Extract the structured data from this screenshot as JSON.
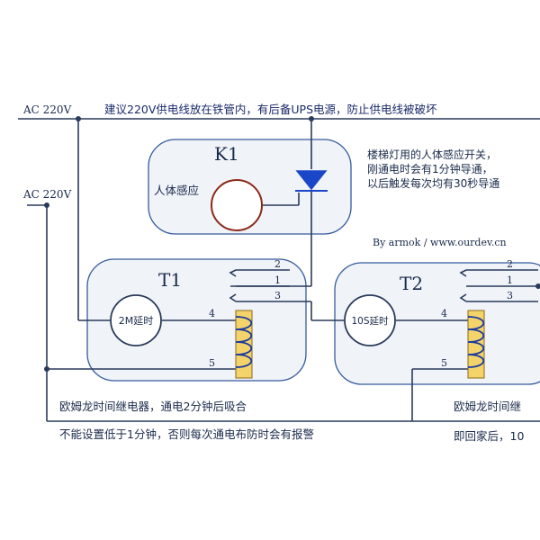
{
  "labels": {
    "ac_top": "AC 220V",
    "ac_mid": "AC 220V",
    "top_note": "建议220V供电线放在铁管内，有后备UPS电源，防止供电线被破坏",
    "k1_title": "K1",
    "k1_sensor": "人体感应",
    "side_note": [
      "楼梯灯用的人体感应开关，",
      "刚通电时会有1分钟导通，",
      "以后触发每次均有30秒导通"
    ],
    "credit": "By armok / www.ourdev.cn",
    "t1_title": "T1",
    "t1_timer": "2M延时",
    "t2_title": "T2",
    "t2_timer": "10S延时",
    "pin_1": "1",
    "pin_2": "2",
    "pin_3": "3",
    "pin_4": "4",
    "pin_5": "5",
    "bottom_left_1": "欧姆龙时间继电器，通电2分钟后吸合",
    "bottom_left_2": "不能设置低于1分钟，否则每次通电布防时会有报警",
    "bottom_right_1": "欧姆龙时间继",
    "bottom_right_2": "即回家后，10"
  },
  "colors": {
    "wire": "#2a3a5a",
    "box_fill": "#f0f3f8",
    "box_stroke": "#355a9c",
    "circle_stroke": "#8a2a1a",
    "coil_fill": "#f4d36a",
    "coil_wire": "#1a3aa0",
    "triac": "#1a47c8"
  }
}
